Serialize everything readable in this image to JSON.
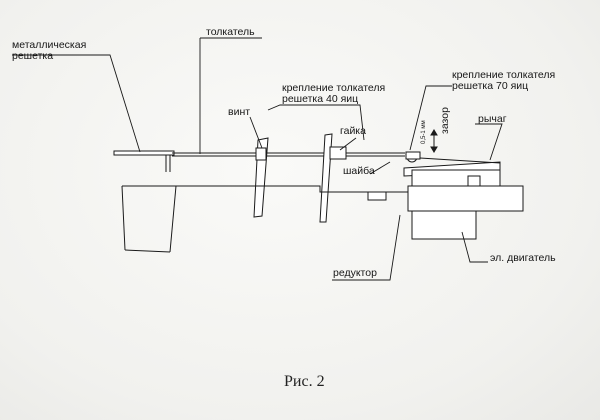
{
  "labels": {
    "mesh": [
      "металлическая",
      "решетка"
    ],
    "pusher": "толкатель",
    "screw": "винт",
    "mount40": [
      "крепление толкателя",
      "решетка 40 яиц"
    ],
    "nut": "гайка",
    "mount70": [
      "крепление толкателя",
      "решетка 70 яиц"
    ],
    "gap": "зазор",
    "gap_size": "0,5-1 мм",
    "lever": "рычаг",
    "washer": "шайба",
    "gearbox": "редуктор",
    "motor": "эл. двигатель"
  },
  "caption": "Рис. 2",
  "colors": {
    "ink": "#1a1a1a",
    "paper": "#f4f4f2"
  }
}
